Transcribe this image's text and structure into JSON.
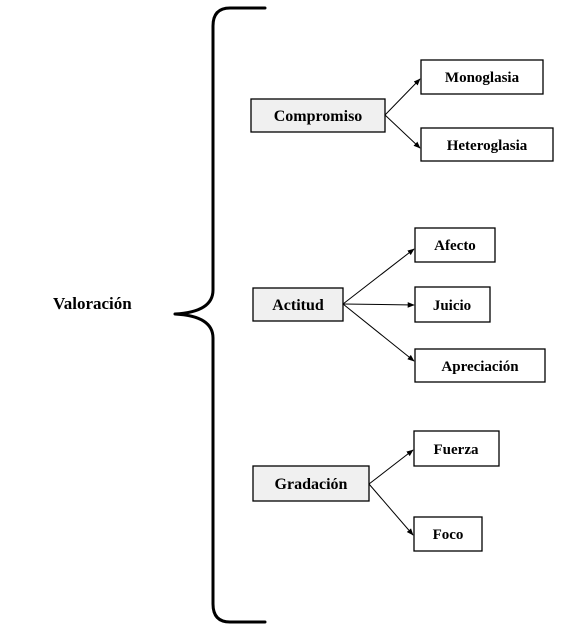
{
  "root": {
    "label": "Valoración"
  },
  "categories": [
    {
      "label": "Compromiso",
      "children": [
        "Monoglasia",
        "Heteroglasia"
      ]
    },
    {
      "label": "Actitud",
      "children": [
        "Afecto",
        "Juicio",
        "Apreciación"
      ]
    },
    {
      "label": "Gradación",
      "children": [
        "Fuerza",
        "Foco"
      ]
    }
  ]
}
